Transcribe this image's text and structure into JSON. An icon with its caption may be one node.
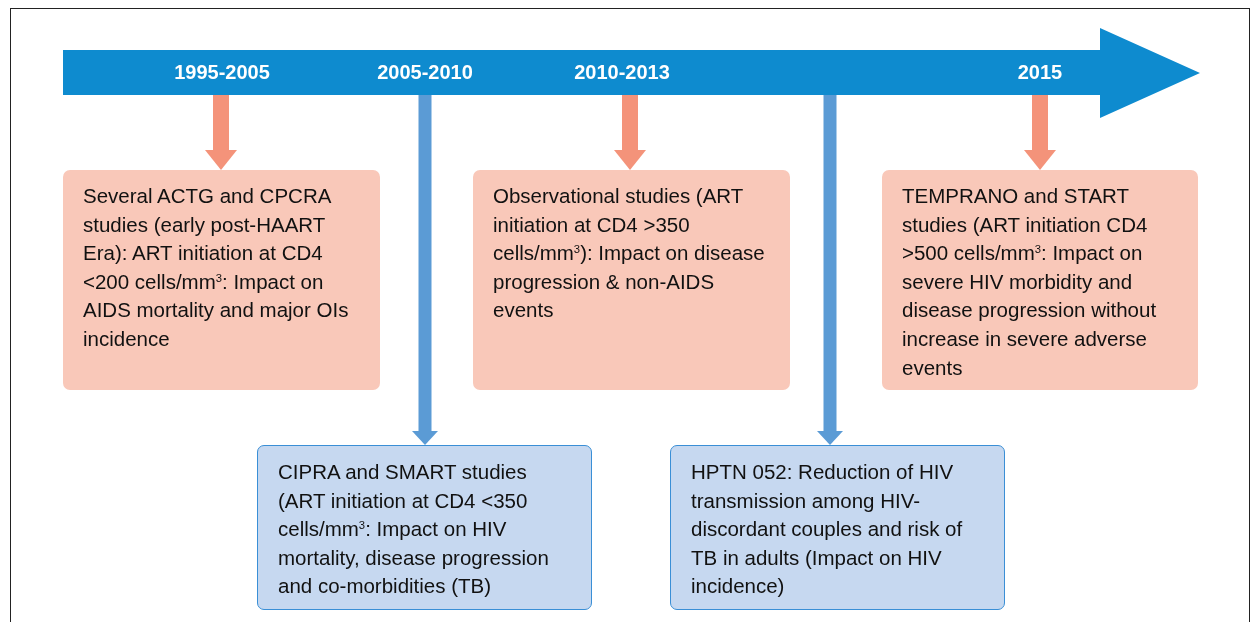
{
  "diagram": {
    "nodes": [
      {
        "text": [],
        "shape": "arrow"
      },
      {
        "text": [
          "1995-2005"
        ],
        "in": 0
      },
      {
        "text": [
          "2005-2010"
        ],
        "in": 0
      },
      {
        "text": [
          "2010-2013"
        ],
        "in": 0
      },
      {
        "text": [
          "2015"
        ],
        "in": 0
      },
      {
        "text": [
          "Several ACTG and CPCRA studies (early post-HAART Era): ART initiation at CD4 <200 cells/mm$^{3}$: Impact on AIDS mortality and major OIs incidence"
        ]
      },
      {
        "text": [
          "Observational studies (ART initiation at CD4 >350 cells/mm$^{3}$): Impact on disease progression & non-AIDS events"
        ]
      },
      {
        "text": [
          "TEMPRANO and START studies (ART initiation CD4 >500 cells/mm$^{3}$: Impact on severe HIV morbidity and disease progression without increase in severe adverse events"
        ]
      },
      {
        "text": [
          "CIPRA and SMART studies (ART initiation at CD4 <350 cells/mm$^{3}$: Impact on HIV mortality, disease progression and co-morbidities (TB)"
        ]
      },
      {
        "text": [
          "HPTN 052: Reduction of HIV transmission among HIV-discordant couples and risk of TB in adults (Impact on HIV incidence)"
        ]
      }
    ],
    "edges": [
      {
        "from": 1,
        "to": 5,
        "arrow": "to"
      },
      {
        "from": 2,
        "to": 8,
        "arrow": "to",
        "color": "#5b9bd5"
      },
      {
        "from": 3,
        "to": 6,
        "arrow": "to"
      },
      {
        "from": 0,
        "to": 9,
        "arrow": "to",
        "color": "#5b9bd5"
      },
      {
        "from": 4,
        "to": 7,
        "arrow": "to"
      }
    ]
  }
}
